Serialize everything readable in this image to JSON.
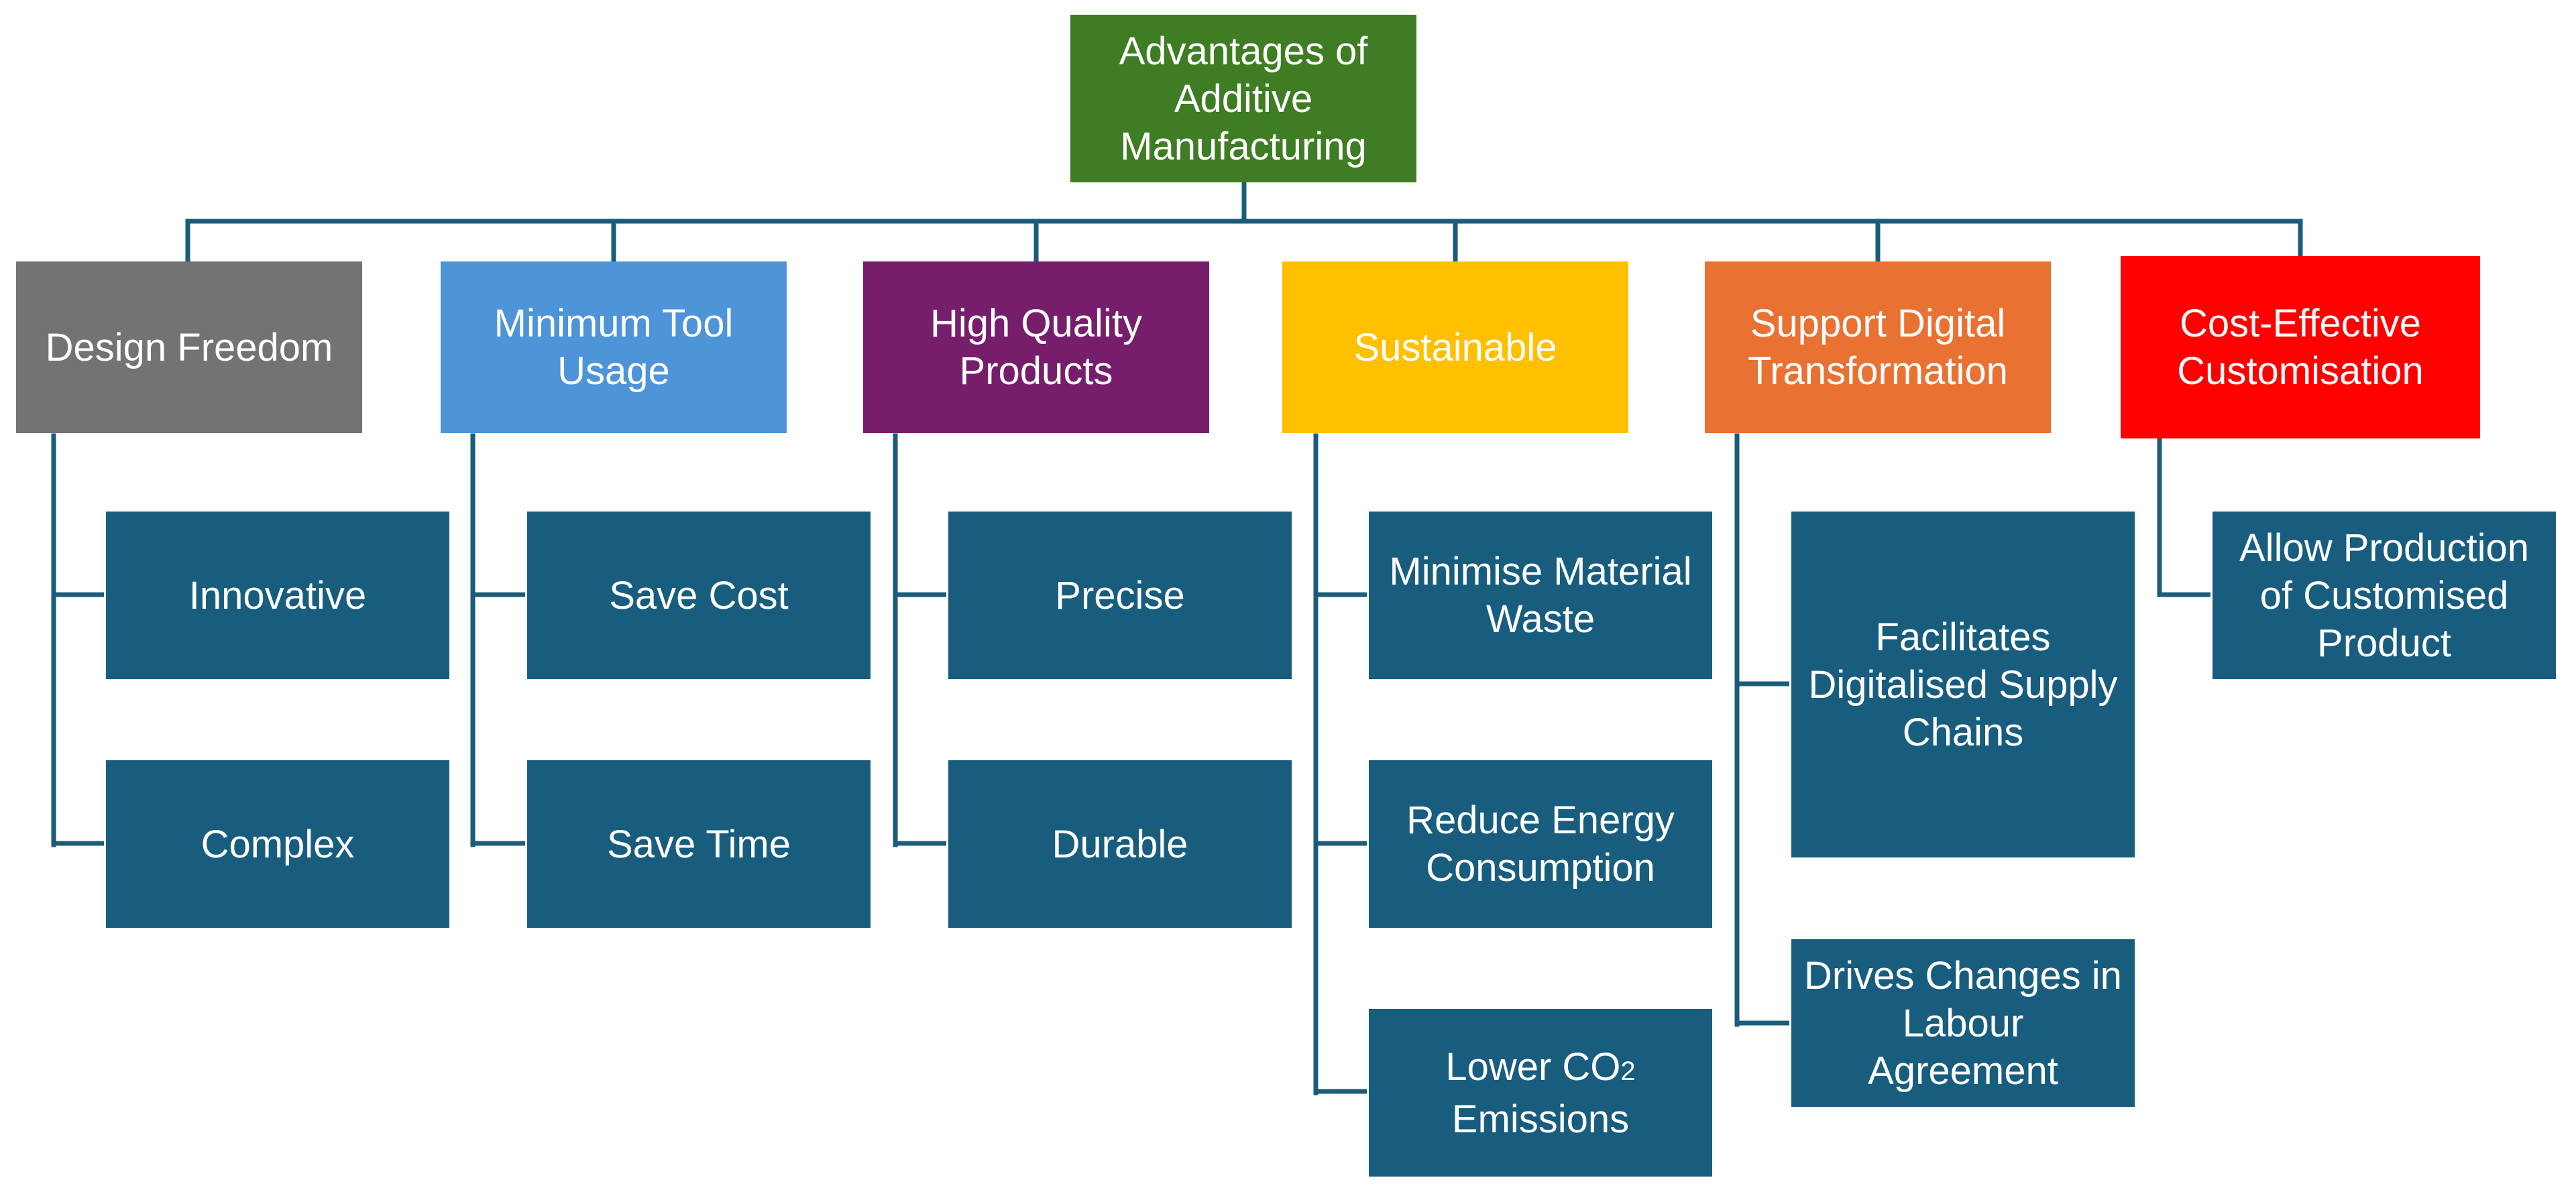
{
  "root": {
    "label": "Advantages of\nAdditive\nManufacturing",
    "color": "#3e7d23"
  },
  "categories": [
    {
      "label": "Design Freedom",
      "color": "#737373",
      "children": [
        "Innovative",
        "Complex"
      ]
    },
    {
      "label": "Minimum Tool\nUsage",
      "color": "#4d94d8",
      "children": [
        "Save Cost",
        "Save Time"
      ]
    },
    {
      "label": "High Quality\nProducts",
      "color": "#761e6b",
      "children": [
        "Precise",
        "Durable"
      ]
    },
    {
      "label": "Sustainable",
      "color": "#ffc000",
      "children": [
        "Minimise Material\nWaste",
        "Reduce Energy\nConsumption",
        "Lower CO2\nEmissions"
      ]
    },
    {
      "label": "Support Digital\nTransformation",
      "color": "#e97132",
      "children": [
        "Facilitates\nDigitalised Supply\nChains",
        "Drives Changes in\nLabour\nAgreement"
      ]
    },
    {
      "label": "Cost-Effective\nCustomisation",
      "color": "#ff0000",
      "children": [
        "Allow Production\nof Customised\nProduct"
      ]
    }
  ],
  "leaf_color": "#185d7e",
  "connector_color": "#1a5c7a"
}
